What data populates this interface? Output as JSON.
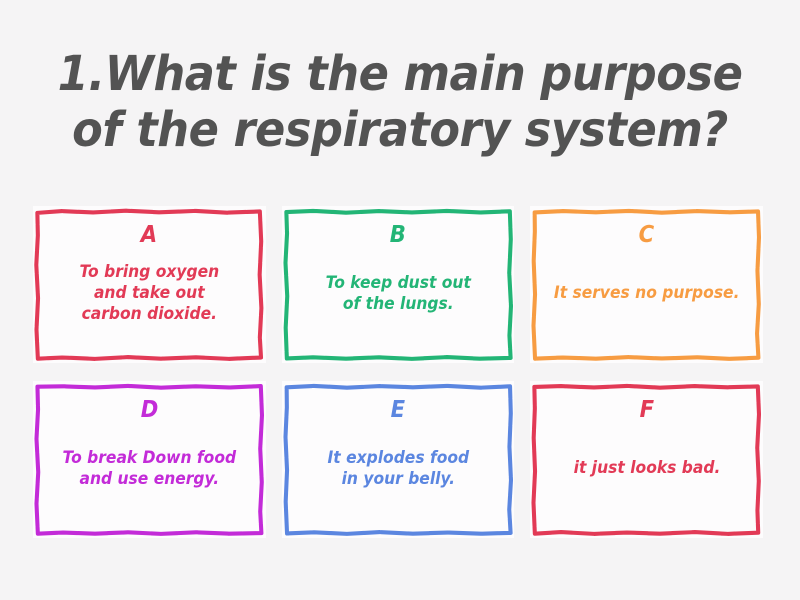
{
  "page": {
    "background_color": "#f5f4f5",
    "card_background_color": "#fdfcfd"
  },
  "question": {
    "text": "1.What is the main purpose\nof the respiratory system?",
    "color": "#535353"
  },
  "answers": [
    {
      "letter": "A",
      "text": "To bring oxygen\nand take out\ncarbon dioxide.",
      "color": "#e23a56"
    },
    {
      "letter": "B",
      "text": "To keep dust out\nof the lungs.",
      "color": "#23b576"
    },
    {
      "letter": "C",
      "text": "It serves no purpose.",
      "color": "#f79c42"
    },
    {
      "letter": "D",
      "text": "To break Down food\nand use energy.",
      "color": "#c32bd8"
    },
    {
      "letter": "E",
      "text": "It explodes food\nin your belly.",
      "color": "#5b86e0"
    },
    {
      "letter": "F",
      "text": "it just looks bad.",
      "color": "#e23a56"
    }
  ]
}
